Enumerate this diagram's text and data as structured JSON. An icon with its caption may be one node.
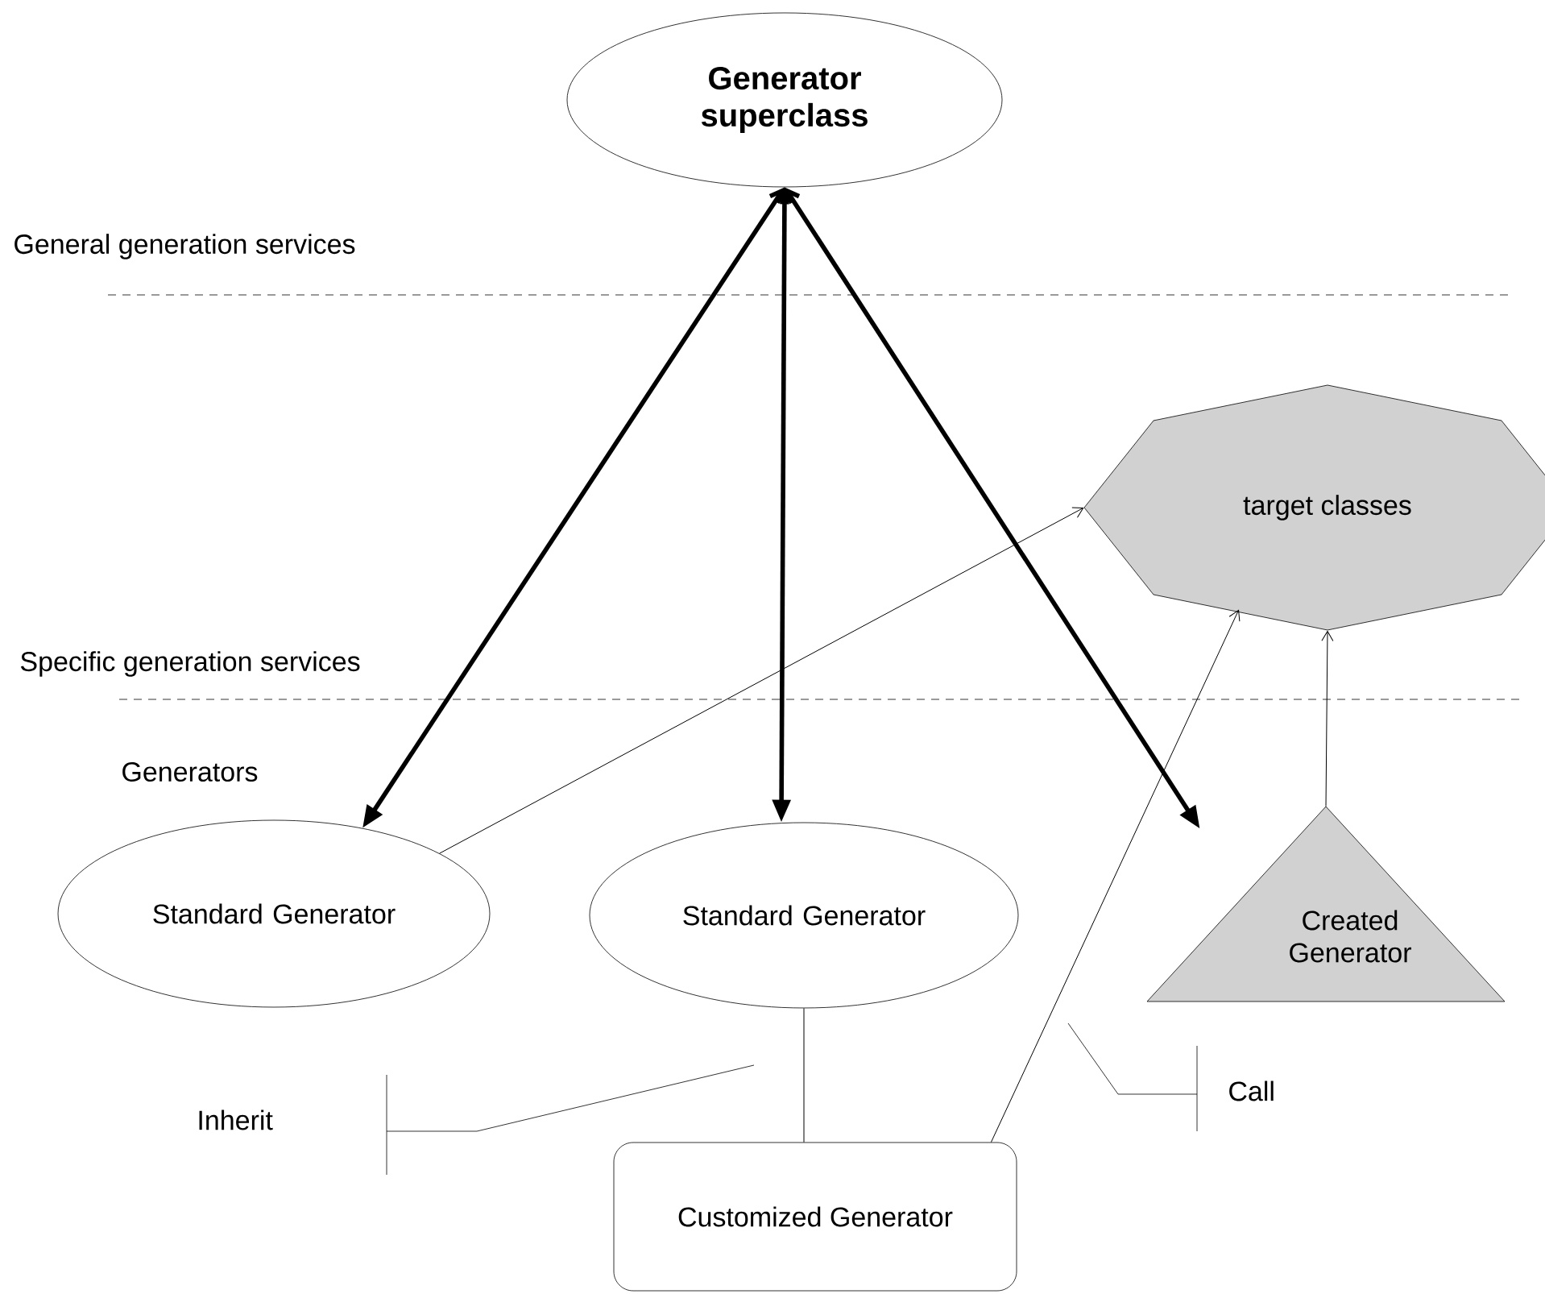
{
  "diagram": {
    "nodes": [
      {
        "text": [
          "Generator superclass"
        ]
      },
      {
        "text": [
          "target classes"
        ]
      },
      {
        "text": [
          "Standard Generator"
        ]
      },
      {
        "text": [
          "Standard Generator"
        ]
      },
      {
        "text": [
          "Created Generator"
        ]
      },
      {
        "text": [
          "Customized Generator"
        ]
      }
    ],
    "edges": [
      {
        "from": 0,
        "to": 2,
        "arrow": "both",
        "style": "thick"
      },
      {
        "from": 0,
        "to": 3,
        "arrow": "both",
        "style": "thick"
      },
      {
        "from": 0,
        "to": 4,
        "arrow": "both",
        "style": "thick"
      },
      {
        "from": 2,
        "to": 1,
        "arrow": "to"
      },
      {
        "from": 5,
        "to": 1,
        "arrow": "to"
      },
      {
        "from": 4,
        "to": 1,
        "arrow": "to"
      },
      {
        "from": 3,
        "to": 5,
        "arrow": "none"
      }
    ],
    "labels": [
      "General generation services",
      "Specific generation services",
      "Generators",
      "Inherit",
      "Call"
    ]
  }
}
